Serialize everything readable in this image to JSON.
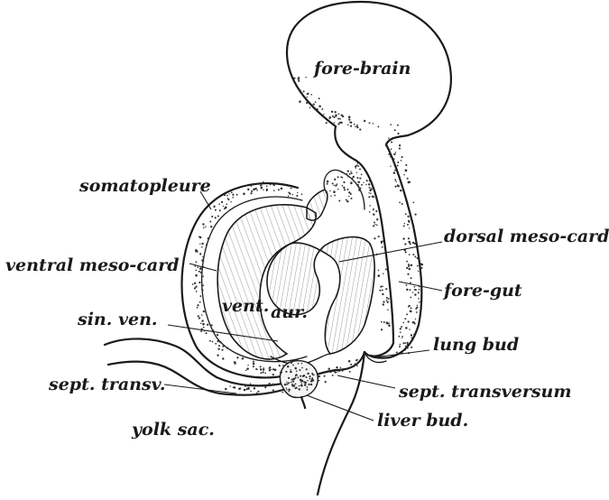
{
  "labels": {
    "fore_brain": "fore-brain",
    "somatopleure": "somatopleure",
    "dorsal_meso_card": "dorsal meso-card.",
    "ventral_meso_card": "ventral meso-card",
    "fore_gut": "fore-gut",
    "vent": "vent.",
    "aur": "aur.",
    "sin_ven": "sin. ven.",
    "lung_bud": "lung bud",
    "sept_transv": "sept. transv.",
    "sept_transversum": "sept. transversum",
    "liver_bud": "liver bud.",
    "yolk_sac": "yolk sac."
  },
  "colors": {
    "ink": "#1a1a1a",
    "paper": "#ffffff"
  }
}
